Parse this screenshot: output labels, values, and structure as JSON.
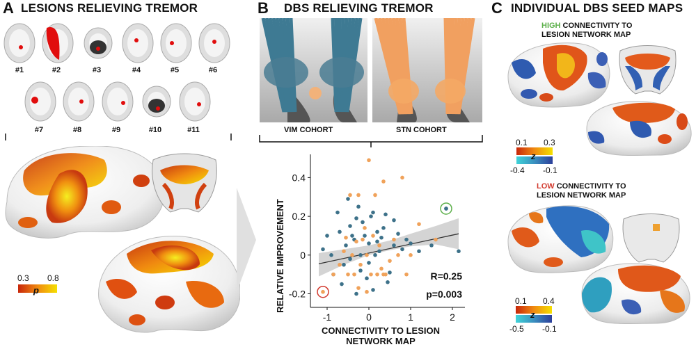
{
  "panels": {
    "a": {
      "letter": "A",
      "title": "LESIONS RELIEVING TREMOR"
    },
    "b": {
      "letter": "B",
      "title": "DBS RELIEVING TREMOR"
    },
    "c": {
      "letter": "C",
      "title": "INDIVIDUAL DBS SEED MAPS"
    }
  },
  "lesion_cases": [
    "#1",
    "#2",
    "#3",
    "#4",
    "#5",
    "#6",
    "#7",
    "#8",
    "#9",
    "#10",
    "#11"
  ],
  "colorbar_a": {
    "min": "0.3",
    "max": "0.8",
    "symbol": "p"
  },
  "cohorts": {
    "vim": "VIM COHORT",
    "stn": "STN COHORT"
  },
  "high_map": {
    "keyword": "HIGH",
    "line1_rest": " CONNECTIVITY TO",
    "line2": "LESION NETWORK MAP"
  },
  "low_map": {
    "keyword": "LOW",
    "line1_rest": " CONNECTIVITY TO",
    "line2": "LESION NETWORK MAP"
  },
  "colorbar_high": {
    "pos_min": "0.1",
    "pos_max": "0.3",
    "neg_min": "-0.4",
    "neg_max": "-0.1",
    "symbol": "z"
  },
  "colorbar_low": {
    "pos_min": "0.1",
    "pos_max": "0.4",
    "neg_min": "-0.5",
    "neg_max": "-0.1",
    "symbol": "z"
  },
  "colors": {
    "vim": "#3d7189",
    "stn": "#f0a25a",
    "high_keyword": "#5db04b",
    "low_keyword": "#d23a2e",
    "fit_line": "#333333",
    "ci_band": "#cfcfcf"
  },
  "chart_data": {
    "type": "scatter",
    "xlabel": "CONNECTIVITY TO LESION NETWORK MAP",
    "ylabel": "RELATIVE IMPROVEMENT",
    "xlim": [
      -1.4,
      2.3
    ],
    "ylim": [
      -0.27,
      0.52
    ],
    "xticks": [
      "-1",
      "0",
      "1",
      "2"
    ],
    "yticks": [
      "-0.2",
      "0",
      "0.2",
      "0.4"
    ],
    "annotations": [
      "R=0.25",
      "p=0.003"
    ],
    "fit": {
      "x": [
        -1.2,
        2.15
      ],
      "y": [
        -0.045,
        0.11
      ]
    },
    "ci": {
      "x": [
        -1.2,
        -0.6,
        0.0,
        0.5,
        1.0,
        1.6,
        2.15
      ],
      "upper": [
        0.01,
        0.03,
        0.05,
        0.075,
        0.11,
        0.15,
        0.19
      ],
      "lower": [
        -0.11,
        -0.05,
        0.0,
        0.025,
        0.045,
        0.055,
        0.03
      ]
    },
    "series": [
      {
        "name": "VIM COHORT",
        "x": [
          -1.1,
          -0.9,
          -0.85,
          -0.7,
          -0.6,
          -0.55,
          -0.5,
          -0.45,
          -0.4,
          -0.35,
          -0.3,
          -0.25,
          -0.2,
          -0.15,
          -0.1,
          -0.05,
          0.0,
          0.05,
          0.1,
          0.15,
          0.2,
          0.25,
          0.3,
          0.4,
          0.5,
          0.6,
          0.7,
          0.8,
          1.0,
          1.2,
          1.5,
          1.85,
          2.15,
          -0.65,
          -0.3,
          0.35,
          -0.75,
          0.45,
          -1.0,
          0.0,
          0.6,
          -0.45,
          0.2,
          0.9,
          -0.2,
          0.1
        ],
        "y": [
          0.03,
          0.0,
          -0.1,
          0.12,
          -0.05,
          0.05,
          0.29,
          0.15,
          0.1,
          0.08,
          -0.2,
          0.25,
          0.0,
          0.17,
          0.1,
          -0.12,
          0.06,
          0.2,
          -0.18,
          0.0,
          0.12,
          0.02,
          0.09,
          0.21,
          -0.09,
          0.05,
          0.11,
          0.03,
          0.06,
          0.02,
          0.05,
          0.24,
          0.02,
          -0.15,
          0.19,
          0.14,
          0.22,
          -0.14,
          0.1,
          -0.04,
          0.18,
          -0.02,
          0.07,
          0.08,
          -0.08,
          0.22
        ]
      },
      {
        "name": "STN COHORT",
        "x": [
          -0.85,
          -0.7,
          -0.6,
          -0.5,
          -0.45,
          -0.4,
          -0.35,
          -0.3,
          -0.25,
          -0.2,
          -0.15,
          -0.1,
          -0.05,
          0.0,
          0.05,
          0.1,
          0.15,
          0.2,
          0.25,
          0.3,
          0.35,
          0.4,
          0.5,
          0.6,
          0.7,
          0.8,
          0.9,
          1.0,
          1.2,
          1.6,
          -0.05,
          -0.25,
          0.35,
          -0.55
        ],
        "y": [
          -0.1,
          -0.05,
          0.02,
          -0.1,
          0.31,
          0.0,
          -0.1,
          0.07,
          0.31,
          -0.05,
          0.08,
          0.14,
          0.0,
          0.49,
          -0.1,
          0.1,
          0.31,
          -0.1,
          0.05,
          -0.07,
          0.38,
          -0.1,
          -0.03,
          0.08,
          0.0,
          0.4,
          -0.1,
          0.0,
          0.16,
          0.08,
          -0.19,
          -0.17,
          -0.1,
          0.09
        ]
      }
    ],
    "highlight": [
      {
        "cohort": "VIM COHORT",
        "x": 1.85,
        "y": 0.24,
        "ring_color": "#5db04b"
      },
      {
        "cohort": "STN COHORT",
        "x": -1.1,
        "y": -0.19,
        "ring_color": "#d23a2e"
      }
    ]
  }
}
